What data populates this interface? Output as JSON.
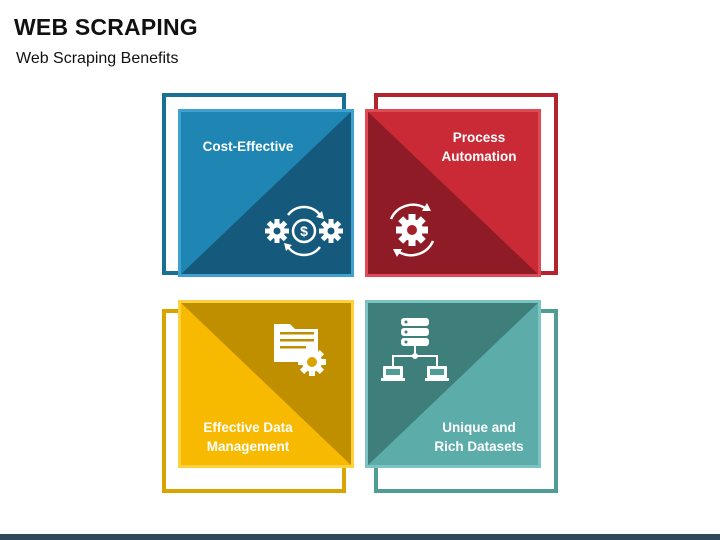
{
  "header": {
    "title": "WEB SCRAPING",
    "subtitle": "Web Scraping Benefits"
  },
  "benefits": [
    {
      "label": "Cost-Effective",
      "color": "#1a6f97",
      "icon": "gear-dollar-cycle-icon"
    },
    {
      "label": "Process\nAutomation",
      "color": "#b5232f",
      "icon": "gear-cycle-icon"
    },
    {
      "label": "Effective Data\nManagement",
      "color": "#f3b500",
      "icon": "folder-gear-icon"
    },
    {
      "label": "Unique and\nRich Datasets",
      "color": "#4f9b96",
      "icon": "database-network-icon"
    }
  ]
}
